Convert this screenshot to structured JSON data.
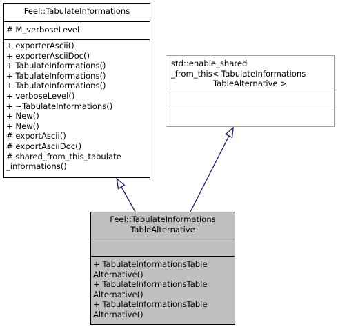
{
  "diagram": {
    "classes": [
      {
        "id": "tabulate_informations",
        "title": [
          "Feel::TabulateInformations"
        ],
        "attributes": [
          "# M_verboseLevel"
        ],
        "methods": [
          "+ exporterAscii()",
          "+ exporterAsciiDoc()",
          "+ TabulateInformations()",
          "+ TabulateInformations()",
          "+ TabulateInformations()",
          "+ verboseLevel()",
          "+ ~TabulateInformations()",
          "+ New()",
          "+ New()",
          "# exportAscii()",
          "# exportAsciiDoc()",
          "# shared_from_this_tabulate",
          "_informations()"
        ]
      },
      {
        "id": "enable_shared_from_this",
        "title": [
          "std::enable_shared",
          "_from_this< TabulateInformations",
          "TableAlternative >"
        ],
        "attributes": [],
        "methods": []
      },
      {
        "id": "tabulate_informations_table_alternative",
        "title": [
          "Feel::TabulateInformations",
          "TableAlternative"
        ],
        "attributes": [],
        "methods": [
          "+ TabulateInformationsTable",
          "Alternative()",
          "+ TabulateInformationsTable",
          "Alternative()",
          "+ TabulateInformationsTable",
          "Alternative()"
        ]
      }
    ],
    "edges": [
      {
        "from": "tabulate_informations_table_alternative",
        "to": "tabulate_informations",
        "kind": "inheritance"
      },
      {
        "from": "tabulate_informations_table_alternative",
        "to": "enable_shared_from_this",
        "kind": "inheritance"
      }
    ],
    "colors": {
      "edge": "#191970",
      "focus_fill": "#bfbfbf",
      "ghost_border": "#a0a0a0",
      "border": "#000000",
      "background": "#ffffff"
    }
  }
}
